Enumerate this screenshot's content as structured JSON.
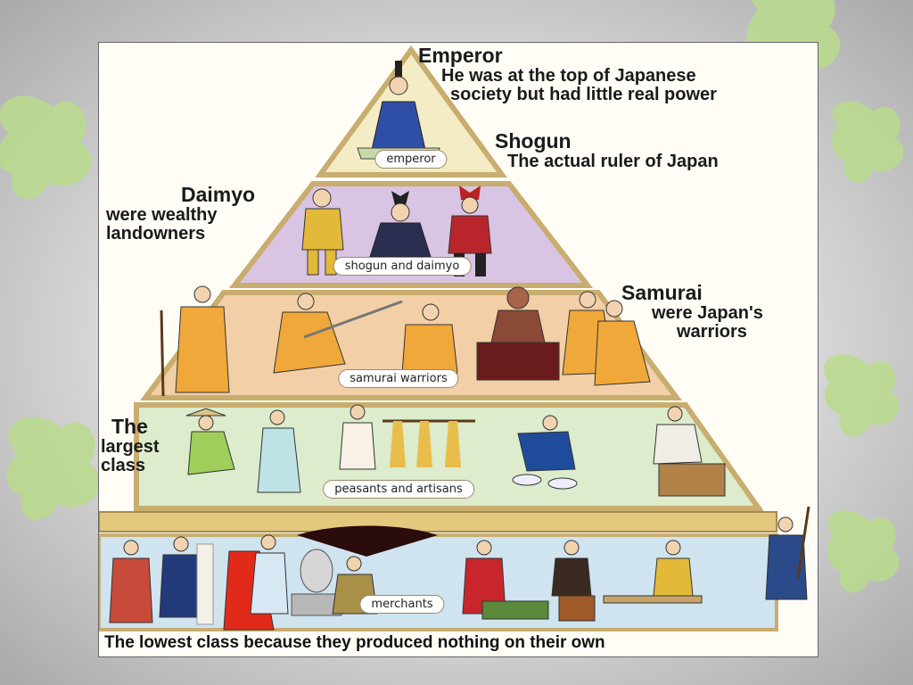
{
  "tiers": {
    "emperor": "emperor",
    "shogun_daimyo": "shogun and daimyo",
    "samurai": "samurai warriors",
    "peasants": "peasants and artisans",
    "merchants": "merchants"
  },
  "callouts": {
    "emperor": {
      "head": "Emperor",
      "line1": "He was at the top of Japanese",
      "line2": "society but had little real power"
    },
    "shogun": {
      "head": "Shogun",
      "line1": "The actual ruler of Japan"
    },
    "daimyo": {
      "head": "Daimyo",
      "line1": "were wealthy",
      "line2": "landowners"
    },
    "samurai": {
      "head": "Samurai",
      "line1": "were Japan's",
      "line2": "warriors"
    },
    "peasants": {
      "line1": "The",
      "line2": "largest",
      "line3": "class"
    }
  },
  "bottom_caption": "The lowest class because they produced nothing on their own",
  "colors": {
    "emperor_band": "#f3ecc4",
    "daimyo_band": "#d9c4e3",
    "samurai_band": "#f3cfa7",
    "peasants_band": "#dceccc",
    "merchants_band": "#cfe4ef",
    "bamboo": "#d4b97c",
    "background_leaves": "#b9dc8c"
  }
}
